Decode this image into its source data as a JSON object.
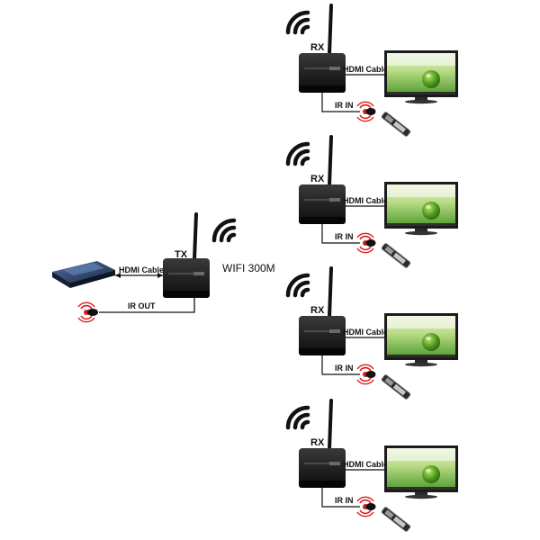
{
  "tx": {
    "label": "TX",
    "hdmi_cable": "HDMI Cable",
    "ir_out": "IR OUT",
    "wifi": "WIFI 300M",
    "source_icon": "blu-ray-player-icon",
    "ir_emitter_icon": "ir-emitter-icon",
    "wifi_icon": "wifi-signal-icon"
  },
  "receivers": [
    {
      "label": "RX",
      "hdmi_cable": "HDMI Cable",
      "ir_in": "IR IN"
    },
    {
      "label": "RX",
      "hdmi_cable": "HDMI Cable",
      "ir_in": "IR IN"
    },
    {
      "label": "RX",
      "hdmi_cable": "HDMI Cable",
      "ir_in": "IR IN"
    },
    {
      "label": "RX",
      "hdmi_cable": "HDMI Cable",
      "ir_in": "IR IN"
    }
  ],
  "colors": {
    "device": "#1a1a1a",
    "screen_green": "#7cc04a",
    "ir_red": "#d81e1e"
  }
}
